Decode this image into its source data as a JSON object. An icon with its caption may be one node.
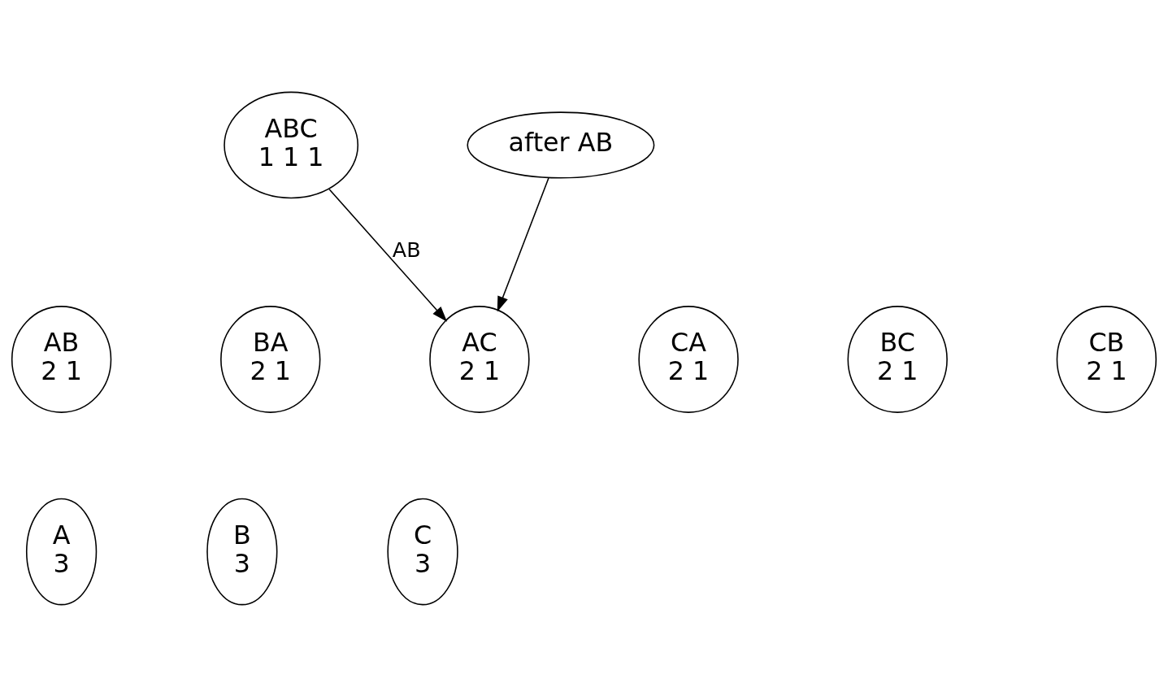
{
  "diagram": {
    "nodes": [
      {
        "text": [
          "ABC",
          "1 1 1"
        ]
      },
      {
        "text": [
          "after AB"
        ]
      },
      {
        "text": [
          "AB",
          "2 1"
        ]
      },
      {
        "text": [
          "BA",
          "2 1"
        ]
      },
      {
        "text": [
          "AC",
          "2 1"
        ]
      },
      {
        "text": [
          "CA",
          "2 1"
        ]
      },
      {
        "text": [
          "BC",
          "2 1"
        ]
      },
      {
        "text": [
          "CB",
          "2 1"
        ]
      },
      {
        "text": [
          "A",
          "3"
        ]
      },
      {
        "text": [
          "B",
          "3"
        ]
      },
      {
        "text": [
          "C",
          "3"
        ]
      }
    ],
    "edges": [
      {
        "from": 0,
        "to": 4,
        "arrow": "to",
        "label": "AB"
      },
      {
        "from": 1,
        "to": 4,
        "arrow": "to"
      }
    ]
  }
}
